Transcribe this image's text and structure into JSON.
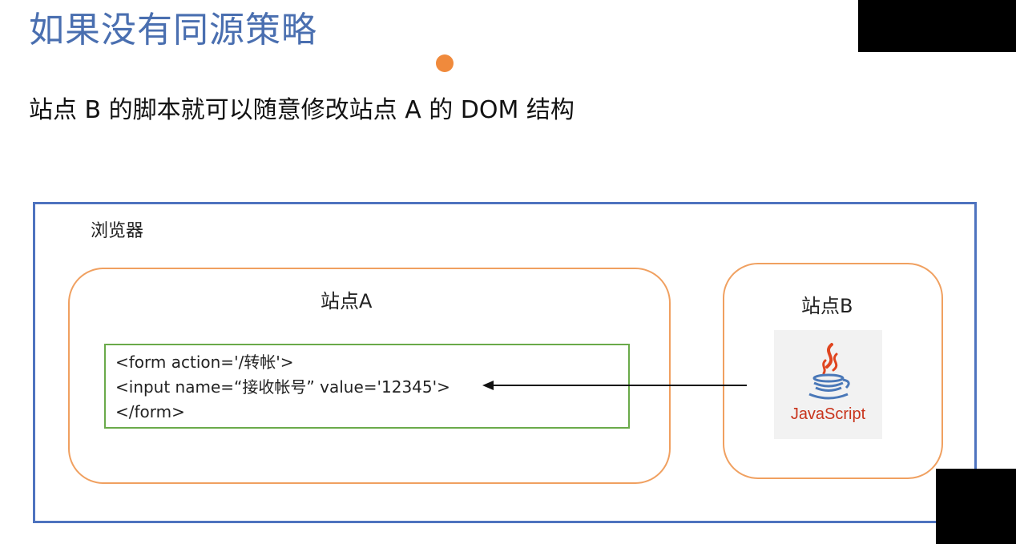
{
  "slide": {
    "title": "如果没有同源策略",
    "subtitle": "站点 B 的脚本就可以随意修改站点 A 的 DOM 结构"
  },
  "diagram": {
    "browser_label": "浏览器",
    "site_a_label": "站点A",
    "site_b_label": "站点B",
    "code_lines": [
      "<form action='/转帐'>",
      "<input name=“接收帐号” value='12345'>",
      "</form>"
    ],
    "logo_text": "JavaScript",
    "colors": {
      "title": "#4a6fb0",
      "browser_border": "#4e73bf",
      "site_border": "#f0a060",
      "code_border": "#6aaa4a",
      "logo_text": "#c8341c",
      "logo_steam": "#e0451f",
      "logo_cup": "#4a78b8"
    },
    "icons": {
      "logo": "java-cup-icon",
      "arrow": "left-arrow"
    }
  }
}
